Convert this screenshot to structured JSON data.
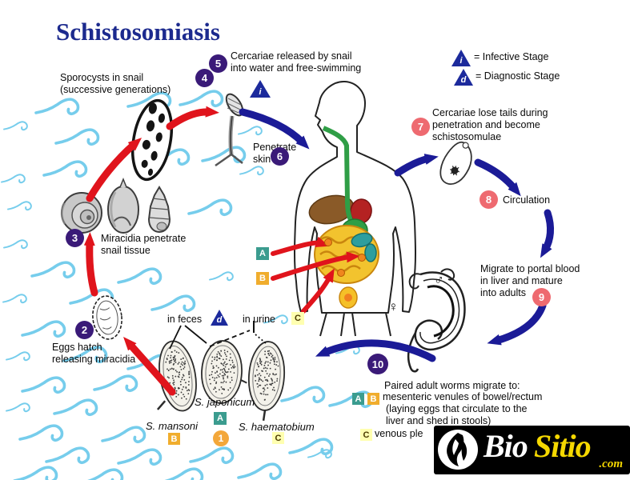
{
  "title": "Schistosomiasis",
  "legend": {
    "infective": {
      "symbol": "i",
      "label": "= Infective Stage"
    },
    "diagnostic": {
      "symbol": "d",
      "label": "= Diagnostic Stage"
    }
  },
  "stages": [
    {
      "num": "1",
      "text": ""
    },
    {
      "num": "2",
      "text": "Eggs hatch\nreleasing miracidia"
    },
    {
      "num": "3",
      "text": "Miracidia penetrate\nsnail tissue"
    },
    {
      "num": "4",
      "text": "Sporocysts in snail\n(successive generations)"
    },
    {
      "num": "5",
      "text": "Cercariae released by snail\ninto water and free-swimming"
    },
    {
      "num": "6",
      "text": "Penetrate\nskin"
    },
    {
      "num": "7",
      "text": "Cercariae lose tails during\npenetration and become\nschistosomulae"
    },
    {
      "num": "8",
      "text": "Circulation"
    },
    {
      "num": "9",
      "text": "Migrate to portal blood\nin liver and mature\ninto adults"
    },
    {
      "num": "10",
      "text": "Paired adult worms migrate to:"
    }
  ],
  "stage10_details": {
    "line_ab": "mesenteric venules of bowel/rectum",
    "line2": "(laying eggs that circulate to the",
    "line3": "liver and shed in stools)",
    "line_c": "venous ple"
  },
  "route_labels": {
    "in_feces": "in feces",
    "in_urine": "in urine"
  },
  "species": {
    "japonicum": "S. japonicum",
    "mansoni": "S. mansoni",
    "haematobium": "S. haematobium"
  },
  "letters": {
    "a": "A",
    "b": "B",
    "c": "C"
  },
  "symbols": {
    "male": "♂",
    "female": "♀"
  },
  "logo": {
    "bio": "Bio",
    "sitio": "Sitio",
    "tld": ".com"
  },
  "colors": {
    "title": "#1c2a8e",
    "stage_circle_dark": "#3a1a78",
    "stage_circle_pink": "#ee6a70",
    "stage_circle_orange": "#f3a73a",
    "red_arrow": "#e0141c",
    "navy_arrow": "#1b1b97",
    "wave_blue": "#76cdec",
    "teal_box": "#3b9c8f",
    "orange_box": "#f0ad2d",
    "yellow_box": "#ffffb0",
    "triangle_navy": "#1c2a9c",
    "logo_yellow": "#f5d800"
  }
}
